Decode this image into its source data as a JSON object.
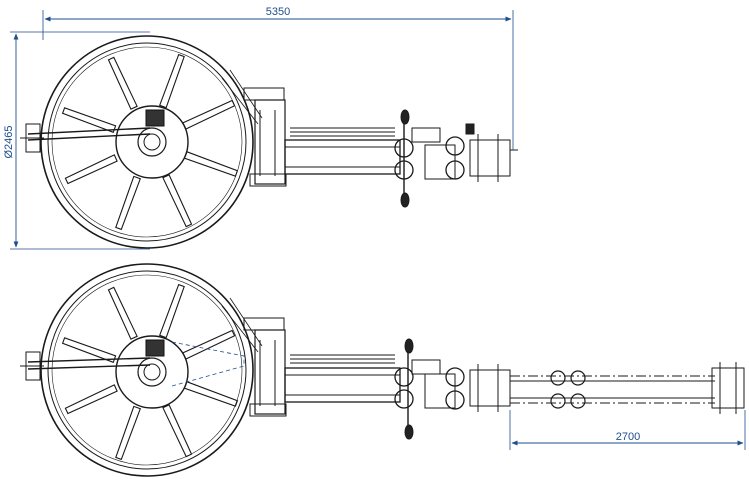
{
  "dimensions": {
    "overall_length": "5350",
    "reel_diameter": "Ø2465",
    "extension_length": "2700"
  },
  "colors": {
    "line": "#1a1a1a",
    "dimension": "#1f4e8c",
    "background": "#ffffff"
  }
}
